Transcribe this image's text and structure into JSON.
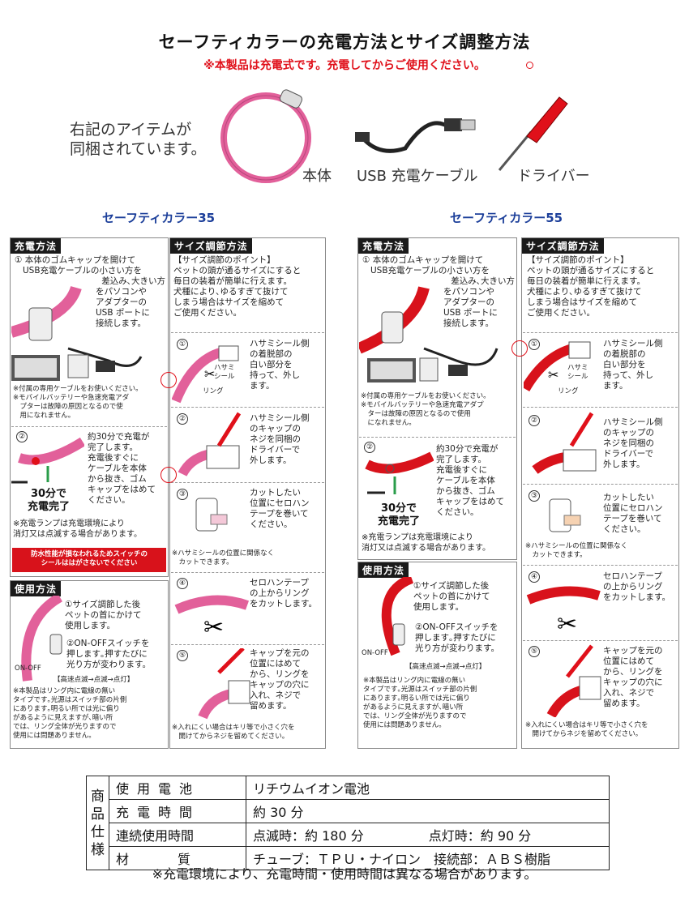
{
  "title": "セーフティカラーの充電方法とサイズ調整方法",
  "notice": "※本製品は充電式です。充電してからご使用ください。",
  "intro": [
    "右記のアイテムが",
    "同梱されています。"
  ],
  "items": {
    "body": "本体",
    "cable": "USB 充電ケーブル",
    "driver": "ドライバー"
  },
  "models": [
    "セーフティカラー35",
    "セーフティカラー55"
  ],
  "charge": {
    "header": "充電方法",
    "step1": [
      "① 本体のゴムキャップを開けて",
      "USB充電ケーブルの小さい方を",
      "差込み､大きい方",
      "をパソコンや",
      "アダプターの",
      "USB ポートに",
      "接続します。"
    ],
    "note1": [
      "※付属の専用ケーブルをお使いください。",
      "※モバイルバッテリーや急速充電アダ",
      "　プターは故障の原因となるので使",
      "　用になれません。"
    ],
    "step2": [
      "約30分で充電が",
      "完了します。",
      "充電後すぐに",
      "ケーブルを本体",
      "から抜き、ゴム",
      "キャップをはめて",
      "ください。"
    ],
    "done": [
      "30分で",
      "充電完了"
    ],
    "note2": [
      "※充電ランプは充電環境により",
      "消灯又は点滅する場合があります。"
    ],
    "warning": [
      "防水性能が損なわれるためスイッチの",
      "シールははがさないでください"
    ]
  },
  "charge55": {
    "note1": [
      "※付属の専用ケーブルをお使いください。",
      "※モバイルバッテリーや急速充電アダプ",
      "　ターは故障の原因となるので使用",
      "　になれません。"
    ]
  },
  "usage": {
    "header": "使用方法",
    "step1": [
      "①サイズ調節した後",
      "ペットの首にかけて",
      "使用します。"
    ],
    "step2": [
      "②ON-OFFスイッチを",
      "押します｡押すたびに",
      "光り方が変わります。"
    ],
    "switch_label": "ON-OFF",
    "modes": "【高速点滅→点滅→点灯】",
    "note": [
      "※本製品はリング内に電線の無い",
      "タイプです｡光源はスイッチ部の片側",
      "にあります｡明るい所では光に偏り",
      "があるように見えますが､暗い所",
      "では、リング全体が光りますので",
      "使用には問題ありません。"
    ]
  },
  "size": {
    "header": "サイズ調節方法",
    "point": [
      "【サイズ調節のポイント】",
      "ペットの頭が通るサイズにすると",
      "毎日の装着が簡単に行えます。",
      "犬種により､ゆるすぎて抜けて",
      "しまう場合はサイズを縮めて",
      "ご使用ください。"
    ],
    "s1": [
      "ハサミシール側",
      "の着脱部の",
      "白い部分を",
      "持って、外し",
      "ます。"
    ],
    "s1_label": [
      "ハサミ",
      "シール"
    ],
    "ring_label": "リング",
    "s2": [
      "ハサミシール側",
      "のキャップの",
      "ネジを同梱の",
      "ドライバーで",
      "外します。"
    ],
    "s3": [
      "カットしたい",
      "位置にセロハン",
      "テープを巻いて",
      "ください。"
    ],
    "s3_note": [
      "※ハサミシールの位置に関係なく",
      "　カットできます。"
    ],
    "s4": [
      "セロハンテープ",
      "の上からリング",
      "をカットします。"
    ],
    "s5": [
      "キャップを元の",
      "位置にはめて",
      "から、リングを",
      "キャップの穴に",
      "入れ、ネジで",
      "留めます。"
    ],
    "s5_note": [
      "※入れにくい場合はキリ等で小さく穴を",
      "　開けてからネジを留めてください。"
    ]
  },
  "spec": {
    "side": [
      "商",
      "品",
      "仕",
      "様"
    ],
    "rows": [
      {
        "label": "使用電池",
        "value": "リチウムイオン電池"
      },
      {
        "label": "充電時間",
        "value": "約 30 分"
      },
      {
        "label": "連続使用時間",
        "value": "点滅時：約 180 分　　　　　点灯時：約 90 分"
      },
      {
        "label": "材質",
        "value": "チューブ：ＴＰＵ・ナイロン　接続部：ＡＢＳ樹脂"
      }
    ],
    "note": "※充電環境により、充電時間・使用時間は異なる場合があります。"
  },
  "colors": {
    "pink": "#e2609a",
    "red": "#d8121b",
    "blue": "#1c3f9a",
    "alert": "#e0101a"
  }
}
